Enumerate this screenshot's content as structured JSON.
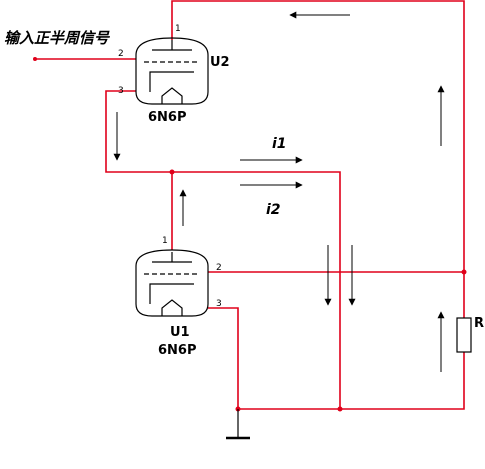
{
  "title": "输入正半周信号",
  "colors": {
    "wire": "#e0001a",
    "component": "#000000",
    "background": "#ffffff"
  },
  "tubes": {
    "u2": {
      "ref": "U2",
      "model": "6N6P",
      "pins": [
        "1",
        "2",
        "3"
      ]
    },
    "u1": {
      "ref": "U1",
      "model": "6N6P",
      "pins": [
        "1",
        "2",
        "3"
      ]
    }
  },
  "resistor": {
    "label": "R"
  },
  "currents": {
    "i1": "i1",
    "i2": "i2"
  },
  "icons": [
    "arrow-left-icon",
    "arrow-right-icon",
    "arrow-up-icon",
    "arrow-down-icon",
    "ground-icon",
    "resistor-icon",
    "vacuum-tube-icon"
  ]
}
